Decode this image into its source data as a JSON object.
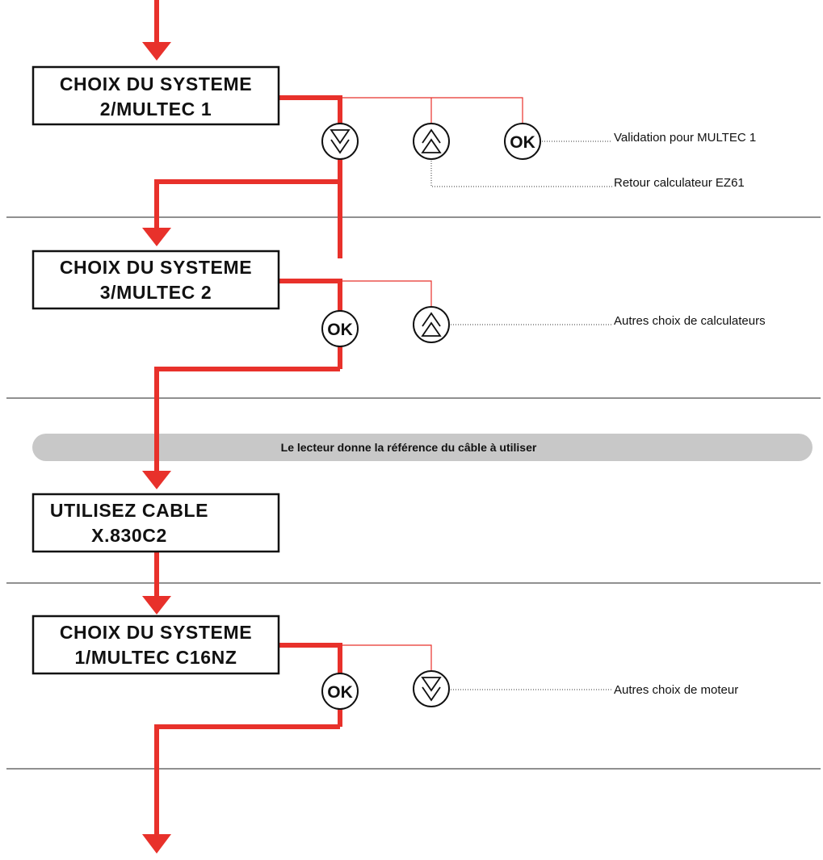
{
  "steps": [
    {
      "line1": "CHOIX DU SYSTEME",
      "line2": "2/MULTEC 1"
    },
    {
      "line1": "CHOIX DU SYSTEME",
      "line2": "3/MULTEC 2"
    },
    {
      "line1": "UTILISEZ CABLE",
      "line2": "X.830C2"
    },
    {
      "line1": "CHOIX DU SYSTEME",
      "line2": "1/MULTEC C16NZ"
    }
  ],
  "buttons": {
    "ok": "OK",
    "down_icon": "double-down-arrow-icon",
    "up_icon": "double-up-arrow-icon"
  },
  "notes": {
    "validation_multec1": "Validation pour MULTEC 1",
    "retour_ez61": "Retour calculateur EZ61",
    "autres_calculateurs": "Autres choix de calculateurs",
    "autres_moteur": "Autres choix de moteur"
  },
  "banner": "Le lecteur donne la référence du câble à utiliser",
  "colors": {
    "flow": "#e8312b",
    "banner": "#c8c8c8",
    "text": "#111111"
  }
}
